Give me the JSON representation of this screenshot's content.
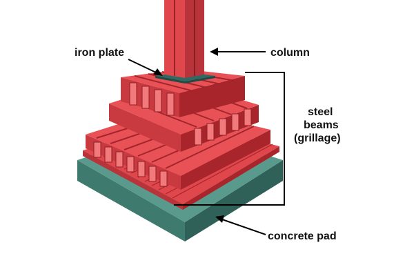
{
  "labels": {
    "column": "column",
    "iron_plate": "iron plate",
    "steel_beams_line1": "steel",
    "steel_beams_line2": "beams",
    "steel_beams_line3": "(grillage)",
    "concrete_pad": "concrete pad"
  },
  "colors": {
    "steel": "#e0474c",
    "steel_dark": "#a8262b",
    "steel_light": "#f27a7c",
    "concrete": "#4f8c80",
    "concrete_dark": "#2f6158",
    "iron_plate": "#2f6a63",
    "annotation": "#000000"
  }
}
